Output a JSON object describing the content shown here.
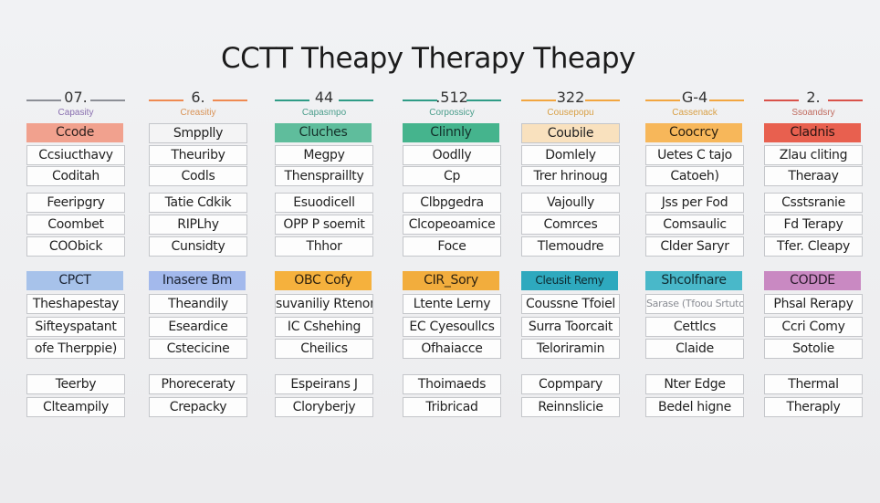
{
  "title": "CCTT Theapy Therapy Theapy",
  "columns": [
    {
      "number": "07.",
      "sub": "Capasity",
      "accent": "#8c8f96",
      "sub_color": "#8a6fb0",
      "pill1": {
        "text": "Ccode",
        "bg": "#f1a18e",
        "color": "#2b1f1c"
      },
      "group1": [
        "Ccsiucthavy",
        "Coditah",
        "Feeripgry",
        "Coombet",
        "COObick"
      ],
      "pill2": {
        "text": "CPCT",
        "bg": "#a7c2ea",
        "color": "#1c2433"
      },
      "group2": [
        "Theshapestay",
        "Sifteyspatant",
        "ofe Therppie)",
        "Teerby",
        "Clteampily"
      ]
    },
    {
      "number": "6.",
      "sub": "Creasitiy",
      "accent": "#ef8a52",
      "sub_color": "#d99256",
      "pill1": {
        "text": "Smpplly",
        "bg": "#f4f4f5",
        "color": "#222"
      },
      "group1": [
        "Theuriby",
        "Codls",
        "Tatie Cdkik",
        "RIPLhy",
        "Cunsidty"
      ],
      "pill2": {
        "text": "Inasere Bm",
        "bg": "#a3b9ec",
        "color": "#1c2433"
      },
      "group2": [
        "Theandily",
        "Eseardice",
        "Cstecicine",
        "Phoreceraty",
        "Crepacky"
      ]
    },
    {
      "number": "44",
      "sub": "Capasmpo",
      "accent": "#2f9c86",
      "sub_color": "#4b9e8c",
      "pill1": {
        "text": "Cluches",
        "bg": "#5fbd9c",
        "color": "#15312a"
      },
      "group1": [
        "Megpy",
        "Thenspraillty",
        "Esuodicell",
        "OPP P soemit",
        "Thhor"
      ],
      "pill2": {
        "text": "OBC Cofy",
        "bg": "#f5b13d",
        "color": "#2e2210"
      },
      "group2": [
        "suvaniliy Rtenon",
        "IC Cshehing",
        "Cheilics",
        "Espeirans J",
        "Cloryberjy"
      ]
    },
    {
      "number": ".512",
      "sub": "Corpossicy",
      "accent": "#2f9c86",
      "sub_color": "#4b9e8c",
      "pill1": {
        "text": "Clinnly",
        "bg": "#45b48d",
        "color": "#12302a"
      },
      "group1": [
        "Oodlly",
        "Cp",
        "Clbpgedra",
        "Clcopeoamice",
        "Foce"
      ],
      "pill2": {
        "text": "CIR_Sory",
        "bg": "#f2ad3d",
        "color": "#2e2210"
      },
      "group2": [
        "Ltente Lerny",
        "EC Cyesoullcs",
        "Ofhaiacce",
        "Thoimaeds",
        "Tribricad"
      ]
    },
    {
      "number": "322",
      "sub": "Cousepopu",
      "accent": "#f2a640",
      "sub_color": "#d9a046",
      "pill1": {
        "text": "Coubile",
        "bg": "#f9e1be",
        "color": "#222"
      },
      "group1": [
        "Domlely",
        "Trer hrinoug",
        "Vajoully",
        "Comrces",
        "Tlemoudre"
      ],
      "pill2": {
        "text": "Cleusit Remy",
        "bg": "#2ea9be",
        "color": "#0e2a30"
      },
      "group2": [
        "Coussne Tfoiel",
        "Surra Toorcait",
        "Teloriramin",
        "Copmpary",
        "Reinnslicie"
      ]
    },
    {
      "number": "G-4",
      "sub": "Cassenack",
      "accent": "#f2a640",
      "sub_color": "#d9a046",
      "pill1": {
        "text": "Coocrcy",
        "bg": "#f7b75a",
        "color": "#2e2210"
      },
      "group1": [
        "Uetes C tajo",
        "Catoeh)",
        "Jss per Fod",
        "Comsaulic",
        "Clder Saryr"
      ],
      "pill2": {
        "text": "Shcolfnare",
        "bg": "#49b8c9",
        "color": "#0e2a30"
      },
      "group2": [
        "Sarase (Tfoou Srtutoun",
        "Cettlcs",
        "Claide",
        "Nter Edge",
        "Bedel higne"
      ]
    },
    {
      "number": "2.",
      "sub": "Ssoandsry",
      "accent": "#d9524a",
      "sub_color": "#c06a5e",
      "pill1": {
        "text": "Cladnis",
        "bg": "#e8604f",
        "color": "#2a1412"
      },
      "group1": [
        "Zlau cliting",
        "Theraay",
        "Csstsranie",
        "Fd Terapy",
        "Tfer. Cleapy"
      ],
      "pill2": {
        "text": "CODDE",
        "bg": "#c989c2",
        "color": "#2a1a2b"
      },
      "group2": [
        "Phsal Rerapy",
        "Ccri Comy",
        "Sotolie",
        "Thermal",
        "Theraply"
      ]
    }
  ]
}
